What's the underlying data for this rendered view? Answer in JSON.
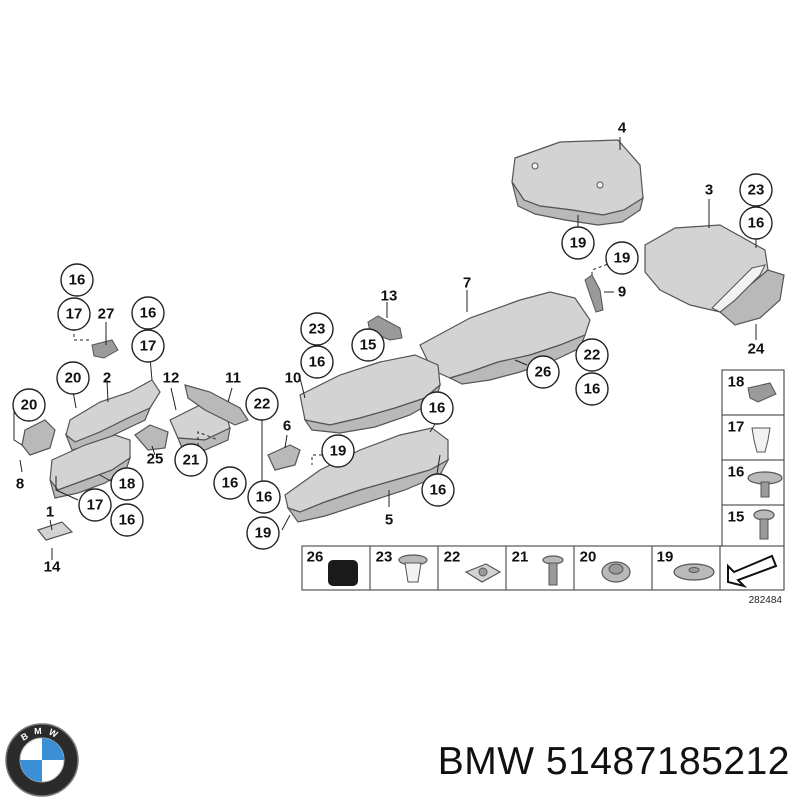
{
  "diagram": {
    "reference_number": "282484",
    "callouts_circled": [
      "23",
      "16",
      "19",
      "19",
      "22",
      "16",
      "26",
      "23",
      "16",
      "15",
      "16",
      "17",
      "16",
      "17",
      "20",
      "20",
      "22",
      "16",
      "19",
      "21",
      "16",
      "16",
      "18",
      "17",
      "16",
      "19"
    ],
    "labels": [
      "4",
      "3",
      "24",
      "9",
      "7",
      "13",
      "2",
      "27",
      "1",
      "8",
      "14",
      "12",
      "11",
      "10",
      "6",
      "5",
      "25"
    ],
    "fastener_legend": {
      "vertical": [
        "18",
        "17",
        "16",
        "15"
      ],
      "horizontal": [
        "26",
        "23",
        "22",
        "21",
        "20",
        "19"
      ]
    }
  },
  "brand": {
    "logo_letters": "BMW",
    "text": "BMW 51487185212"
  }
}
